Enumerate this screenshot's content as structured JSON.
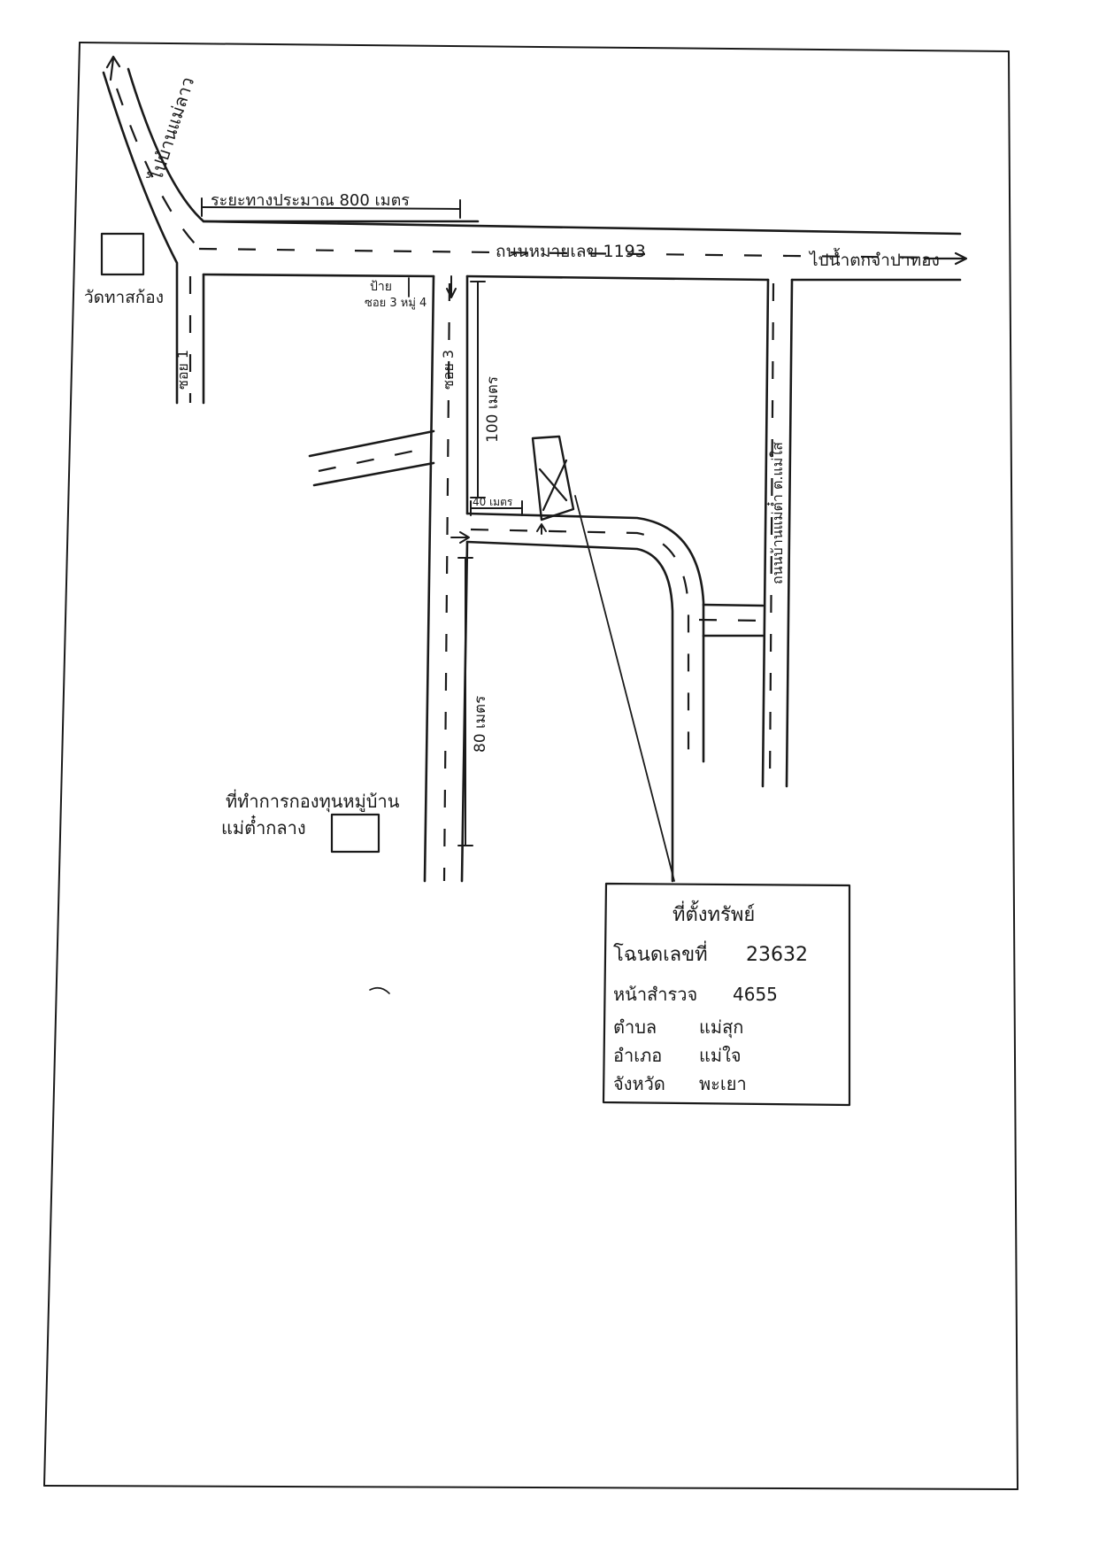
{
  "labels": {
    "to_mae_lao": "ไปบ้านแม่ลาว",
    "distance_top": "ระยะทางประมาณ 800 เมตร",
    "highway": "ถนนหมายเลข 1193",
    "to_waterfall": "ไปน้ำตกจำปาทอง",
    "temple": "วัดทาสก้อง",
    "soi1": "ซอย 1",
    "soi3": "ซอย 3",
    "sign_line1": "ป้าย",
    "sign_line2": "ซอย 3 หมู่ 4",
    "dist_100": "100 เมตร",
    "dist_40": "40 เมตร",
    "dist_80": "80 เมตร",
    "side_road": "ถนนบ้านแม่ต๋ำ ต.แม่ใส",
    "office_line1": "ที่ทำการกองทุนหมู่บ้าน",
    "office_line2": "แม่ต๋ำกลาง"
  },
  "property": {
    "title": "ที่ตั้งทรัพย์",
    "deed": "โฉนดเลขที่",
    "deed_no": "23632",
    "survey": "หน้าสำรวจ",
    "survey_no": "4655",
    "tambon_label": "ตำบล",
    "tambon": "แม่สุก",
    "amphoe_label": "อำเภอ",
    "amphoe": "แม่ใจ",
    "province_label": "จังหวัด",
    "province": "พะเยา"
  }
}
